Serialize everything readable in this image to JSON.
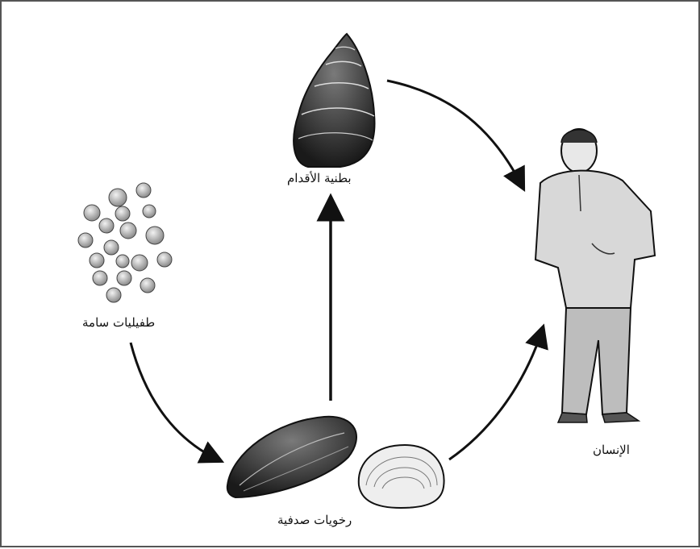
{
  "labels": {
    "snail": "بطنية الأقدام",
    "parasites": "طفيليات سامة",
    "shellfish": "رخويات صدفية",
    "human": "الإنسان"
  },
  "nodes": [
    {
      "id": "parasites",
      "icon": "parasite-cluster-icon"
    },
    {
      "id": "shellfish",
      "icon": "mussel-clam-icon"
    },
    {
      "id": "snail",
      "icon": "gastropod-shell-icon"
    },
    {
      "id": "human",
      "icon": "human-figure-icon"
    }
  ],
  "edges": [
    {
      "from": "parasites",
      "to": "shellfish"
    },
    {
      "from": "shellfish",
      "to": "snail"
    },
    {
      "from": "snail",
      "to": "human"
    },
    {
      "from": "shellfish",
      "to": "human"
    }
  ]
}
